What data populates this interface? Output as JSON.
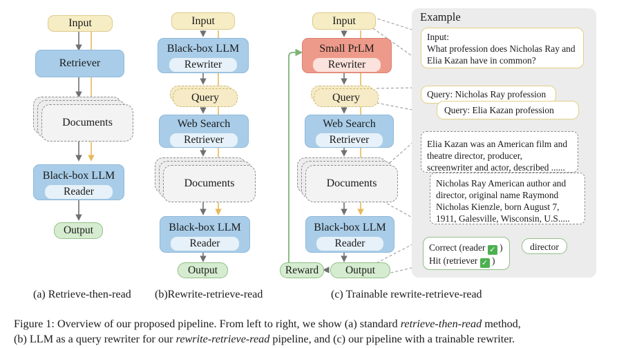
{
  "pipeline_a": {
    "input": "Input",
    "retriever": "Retriever",
    "documents": "Documents",
    "reader_title": "Black-box LLM",
    "reader_sub": "Reader",
    "output": "Output",
    "caption": "(a) Retrieve-then-read"
  },
  "pipeline_b": {
    "input": "Input",
    "rewriter_title": "Black-box LLM",
    "rewriter_sub": "Rewriter",
    "query": "Query",
    "search_title": "Web Search",
    "search_sub": "Retriever",
    "documents": "Documents",
    "reader_title": "Black-box LLM",
    "reader_sub": "Reader",
    "output": "Output",
    "caption": "(b)Rewrite-retrieve-read"
  },
  "pipeline_c": {
    "input": "Input",
    "rewriter_title": "Small PrLM",
    "rewriter_sub": "Rewriter",
    "query": "Query",
    "search_title": "Web Search",
    "search_sub": "Retriever",
    "documents": "Documents",
    "reader_title": "Black-box LLM",
    "reader_sub": "Reader",
    "output": "Output",
    "reward": "Reward",
    "caption": "(c) Trainable rewrite-retrieve-read"
  },
  "example": {
    "title": "Example",
    "input_lines": [
      "Input:",
      "What profession does Nicholas Ray and",
      "Elia Kazan have in common?"
    ],
    "query1": "Query: Nicholas Ray profession",
    "query2": "Query: Elia Kazan profession",
    "doc1_lines": [
      "Elia Kazan was an American film and",
      "theatre director, producer,",
      "screenwriter and actor, described  ......"
    ],
    "doc2_lines": [
      "Nicholas Ray American author and",
      "director, original name Raymond",
      "Nicholas Kienzle, born August 7,",
      "1911, Galesville, Wisconsin, U.S....."
    ],
    "correct": "Correct (reader",
    "hit": "Hit (retriever",
    "close_paren": " )",
    "answer": "director"
  },
  "colors": {
    "input_fill": "#f7edc4",
    "output_fill": "#d6ecd0",
    "module_blue": "#a9cde8",
    "module_red": "#ee9a8a",
    "arrow_gray": "#707070",
    "arrow_orange": "#e8b85a",
    "arrow_green": "#7fb477"
  },
  "figure_caption": {
    "label": "Figure 1:  Overview of our proposed pipeline. From left to right, we show (a) standard ",
    "em1": "retrieve-then-read",
    "mid1": " method,",
    "line2a": "(b) LLM as a query rewriter for our ",
    "em2": "rewrite-retrieve-read",
    "line2b": " pipeline, and (c) our pipeline with a trainable rewriter."
  }
}
